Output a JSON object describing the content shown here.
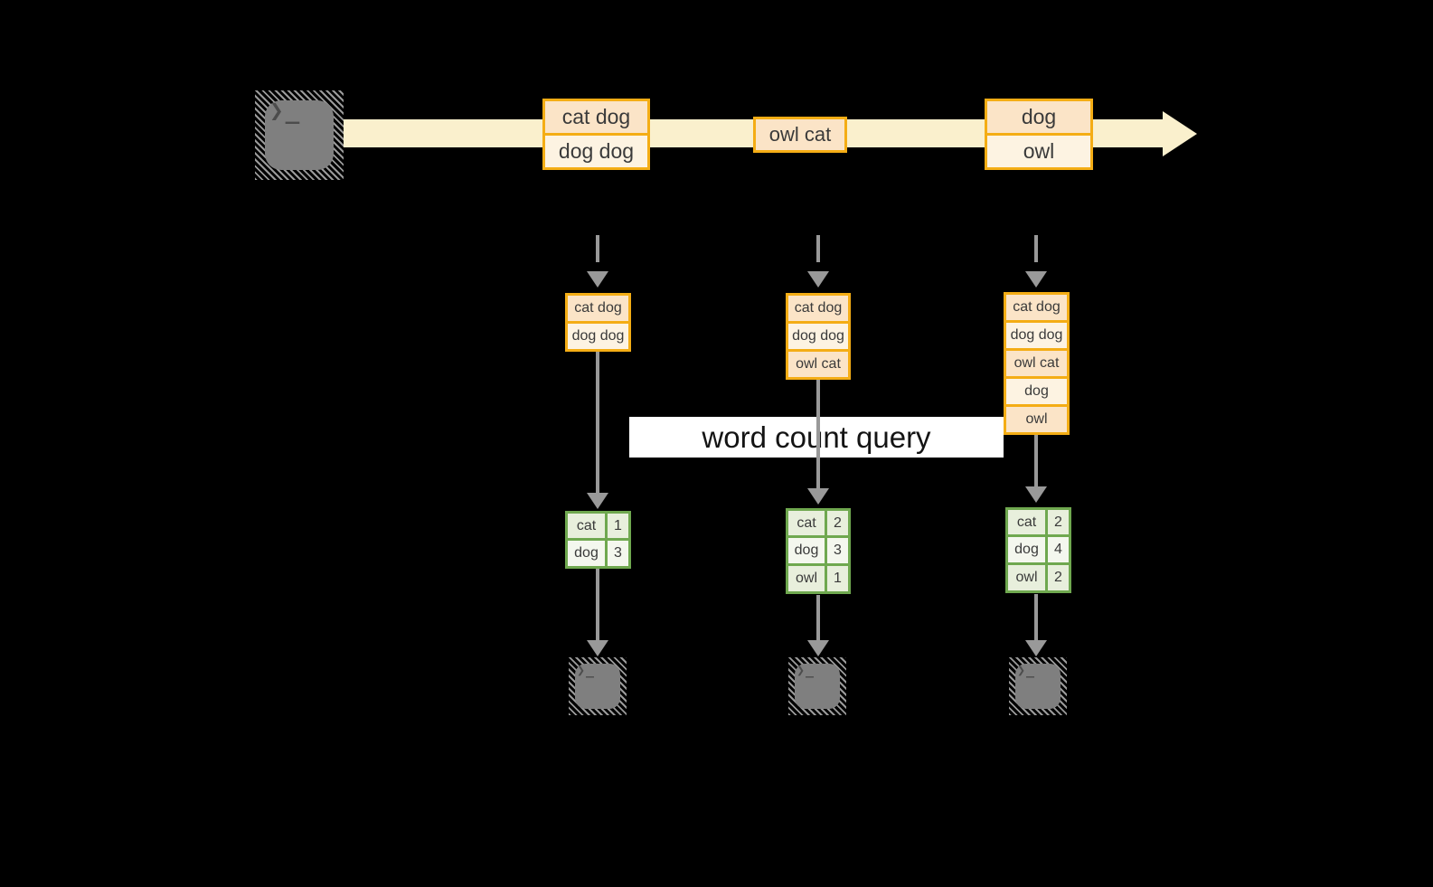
{
  "banner": {
    "label": "word count query"
  },
  "terminal": {
    "glyph": "❯_"
  },
  "stream": {
    "event1": {
      "line1": "cat dog",
      "line2": "dog dog"
    },
    "event2": {
      "line1": "owl cat"
    },
    "event3": {
      "line1": "dog",
      "line2": "owl"
    }
  },
  "columns": [
    {
      "buffer": [
        "cat dog",
        "dog dog"
      ],
      "counts": [
        {
          "word": "cat",
          "count": "1"
        },
        {
          "word": "dog",
          "count": "3"
        }
      ]
    },
    {
      "buffer": [
        "cat dog",
        "dog dog",
        "owl cat"
      ],
      "counts": [
        {
          "word": "cat",
          "count": "2"
        },
        {
          "word": "dog",
          "count": "3"
        },
        {
          "word": "owl",
          "count": "1"
        }
      ]
    },
    {
      "buffer": [
        "cat dog",
        "dog dog",
        "owl cat",
        "dog",
        "owl"
      ],
      "counts": [
        {
          "word": "cat",
          "count": "2"
        },
        {
          "word": "dog",
          "count": "4"
        },
        {
          "word": "owl",
          "count": "2"
        }
      ]
    }
  ],
  "colors": {
    "background": "#000000",
    "stream_band": "#FAF0CD",
    "orange_border": "#F4AD15",
    "peach_fill": "#FBE4C7",
    "cream_fill": "#FDF3E2",
    "green_border": "#6FA84F",
    "green_fill_dark": "#E8EFDC",
    "green_fill_light": "#F4F7EE",
    "arrow_gray": "#999999",
    "banner_bg": "#FFFFFF"
  }
}
